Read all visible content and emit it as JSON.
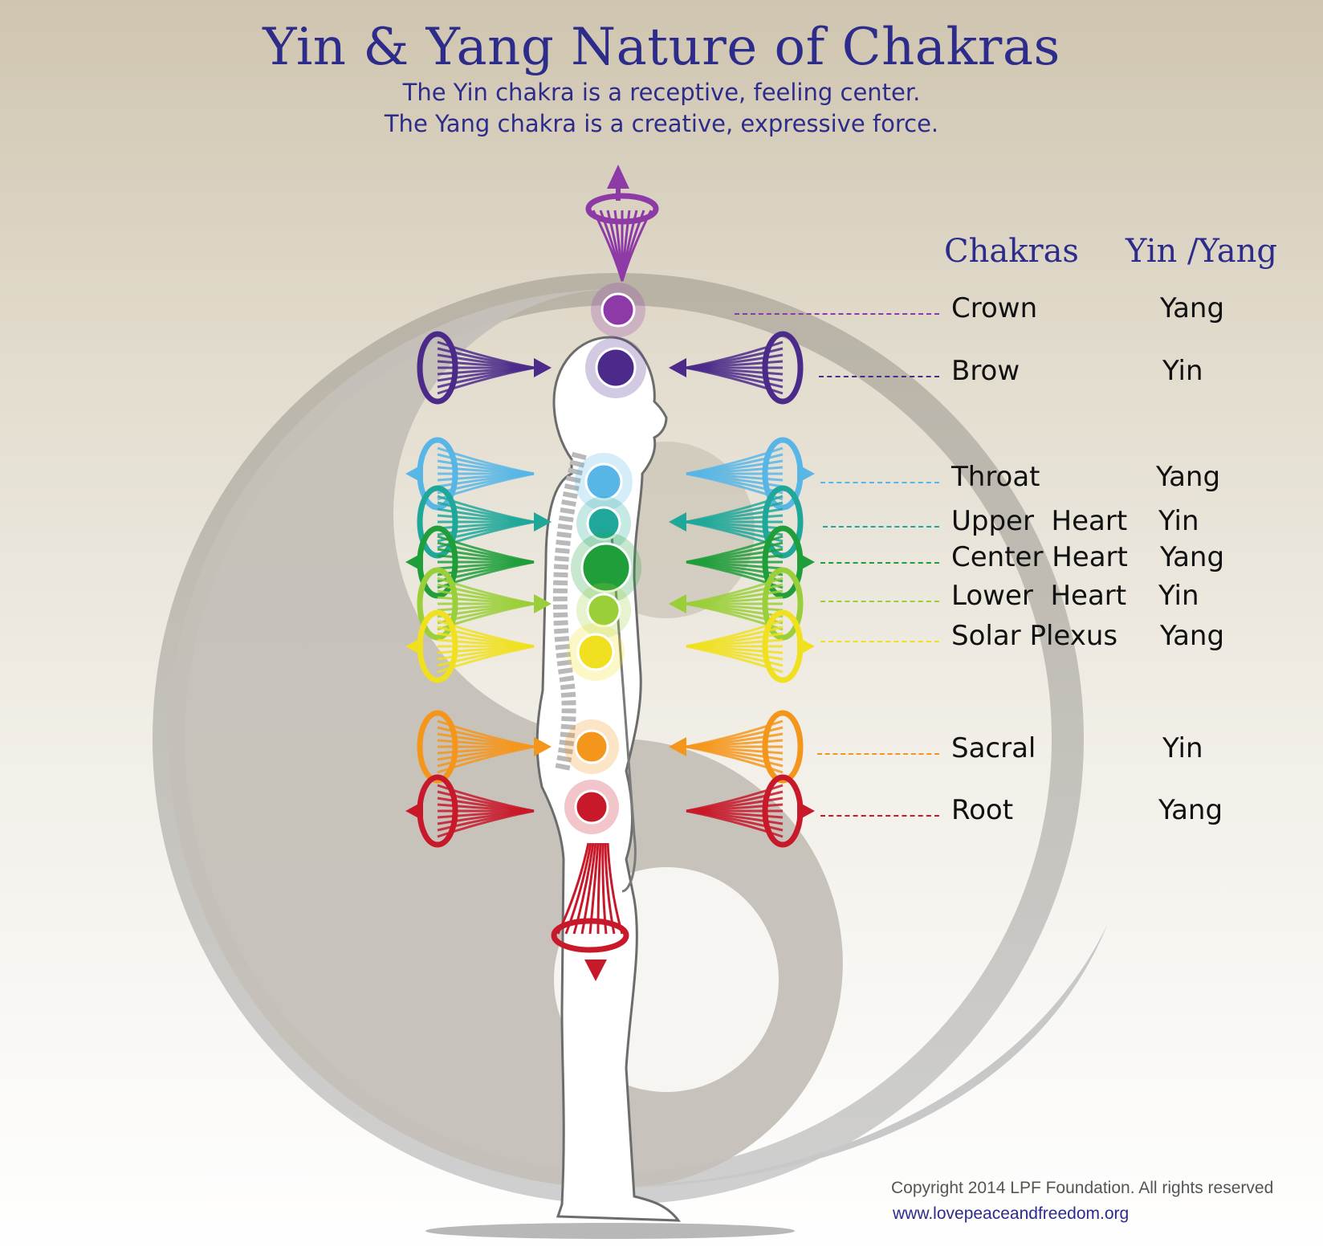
{
  "header": {
    "title": "Yin & Yang Nature of Chakras",
    "subtitle_1": "The Yin chakra is a receptive, feeling center.",
    "subtitle_2": "The Yang chakra is a creative, expressive force."
  },
  "table": {
    "col_chakras": "Chakras",
    "col_yinyang": "Yin /Yang",
    "rows": [
      {
        "name": "Crown",
        "nature": "Yang",
        "color": "#8e3aa6"
      },
      {
        "name": "Brow",
        "nature": "Yin",
        "color": "#4b2a8a"
      },
      {
        "name": "Throat",
        "nature": "Yang",
        "color": "#58b6e6"
      },
      {
        "name": "Upper  Heart",
        "nature": "Yin",
        "color": "#1fa89a"
      },
      {
        "name": "Center Heart",
        "nature": "Yang",
        "color": "#1f9e3a"
      },
      {
        "name": "Lower  Heart",
        "nature": "Yin",
        "color": "#9bcf3a"
      },
      {
        "name": "Solar Plexus",
        "nature": "Yang",
        "color": "#f0e020"
      },
      {
        "name": "Sacral",
        "nature": "Yin",
        "color": "#f4961c"
      },
      {
        "name": "Root",
        "nature": "Yang",
        "color": "#c8192a"
      }
    ]
  },
  "footer": {
    "copyright": "Copyright 2014 LPF Foundation. All rights reserved",
    "url": "www.lovepeaceandfreedom.org"
  }
}
